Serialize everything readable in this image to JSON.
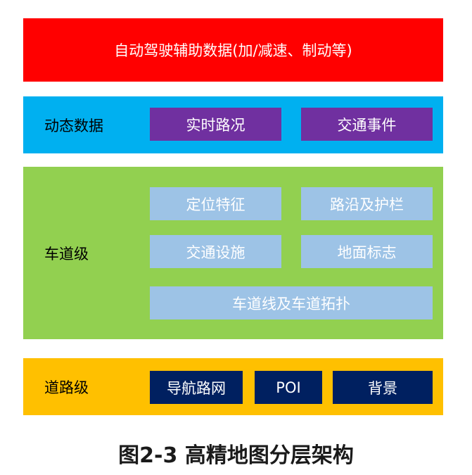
{
  "colors": {
    "adas_bg": "#ff0000",
    "dynamic_bg": "#00b0f0",
    "lane_bg": "#92d050",
    "road_bg": "#ffc000",
    "purple_box": "#7030a0",
    "light_blue_box": "#9dc3e6",
    "navy_box": "#002060",
    "white_text": "#ffffff",
    "dark_text": "#000000"
  },
  "adas": {
    "label": "自动驾驶辅助数据(加/减速、制动等)"
  },
  "dynamic": {
    "label": "动态数据",
    "items": [
      "实时路况",
      "交通事件"
    ]
  },
  "lane": {
    "label": "车道级",
    "items": [
      "定位特征",
      "路沿及护栏",
      "交通设施",
      "地面标志",
      "车道线及车道拓扑"
    ]
  },
  "road": {
    "label": "道路级",
    "items": [
      "导航路网",
      "POI",
      "背景"
    ]
  },
  "caption": "图2-3 高精地图分层架构"
}
